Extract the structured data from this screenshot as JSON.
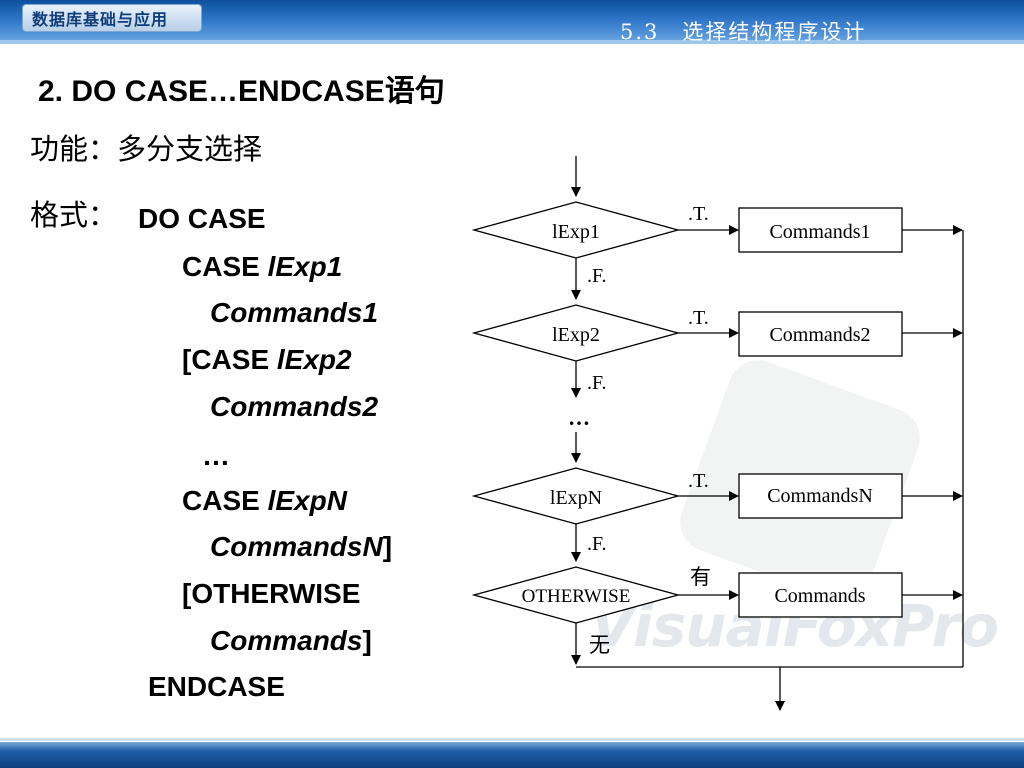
{
  "header": {
    "course": "数据库基础与应用",
    "section": "5.3　选择结构程序设计"
  },
  "heading": "2. DO CASE…ENDCASE语句",
  "function_line": "功能：多分支选择",
  "format_label": "格式：",
  "code": {
    "l1": "DO CASE",
    "l2a": "CASE  ",
    "l2b": "lExp1",
    "l3": "Commands1",
    "l4a": "[CASE  ",
    "l4b": "lExp2",
    "l5": "Commands2",
    "l6": "…",
    "l7a": "CASE  ",
    "l7b": "lExpN",
    "l8a": "CommandsN",
    "l8b": "]",
    "l9": "[OTHERWISE",
    "l10a": "Commands",
    "l10b": "]",
    "l11": "ENDCASE"
  },
  "flowchart": {
    "diamonds": [
      "lExp1",
      "lExp2",
      "lExpN",
      "OTHERWISE"
    ],
    "boxes": [
      "Commands1",
      "Commands2",
      "CommandsN",
      "Commands"
    ],
    "true_label": ".T.",
    "false_label": ".F.",
    "ellipsis": "…",
    "has_label": "有",
    "none_label": "无"
  },
  "watermark": "VisualFoxPro"
}
